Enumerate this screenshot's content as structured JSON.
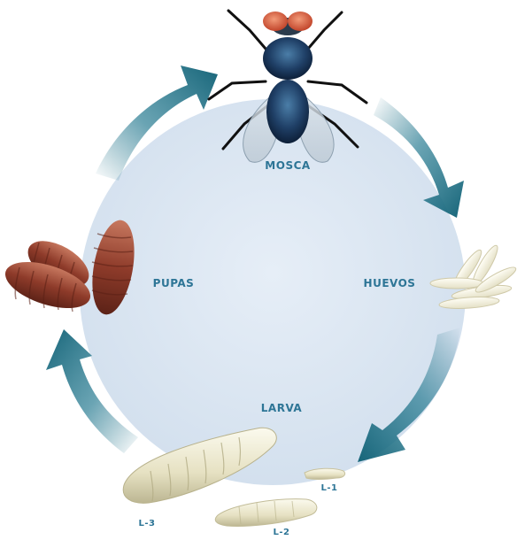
{
  "diagram": {
    "labels": {
      "adult": "MOSCA",
      "eggs": "HUEVOS",
      "larva": "LARVA",
      "pupae": "PUPAS",
      "instar1": "L-1",
      "instar2": "L-2",
      "instar3": "L-3"
    },
    "colors": {
      "circle": "#dfe9f3",
      "arrow": "#1f6f86",
      "label": "#2d7596",
      "pupa": "#8e3b2a",
      "larva": "#e9e5c8"
    }
  }
}
